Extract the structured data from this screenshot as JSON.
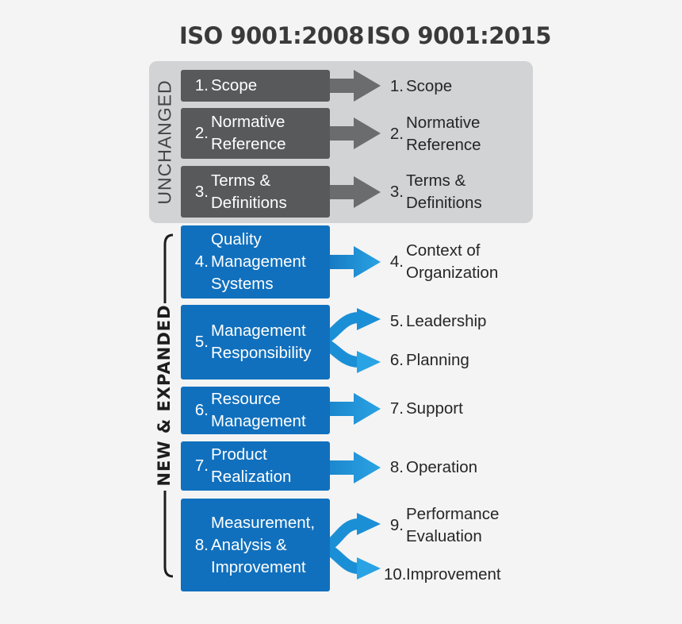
{
  "headers": {
    "old": "ISO 9001:2008",
    "new": "ISO 9001:2015"
  },
  "groups": {
    "unchanged": "UNCHANGED",
    "new_expanded": "NEW & EXPANDED"
  },
  "old_clauses": [
    {
      "num": "1.",
      "label": "Scope"
    },
    {
      "num": "2.",
      "label": "Normative\nReference"
    },
    {
      "num": "3.",
      "label": "Terms &\nDefinitions"
    },
    {
      "num": "4.",
      "label": "Quality\nManagement\nSystems"
    },
    {
      "num": "5.",
      "label": "Management\nResponsibility"
    },
    {
      "num": "6.",
      "label": "Resource\nManagement"
    },
    {
      "num": "7.",
      "label": "Product\nRealization"
    },
    {
      "num": "8.",
      "label": "Measurement,\nAnalysis &\nImprovement"
    }
  ],
  "new_clauses": [
    {
      "num": "1.",
      "label": "Scope"
    },
    {
      "num": "2.",
      "label": "Normative\nReference"
    },
    {
      "num": "3.",
      "label": "Terms &\nDefinitions"
    },
    {
      "num": "4.",
      "label": "Context of\nOrganization"
    },
    {
      "num": "5.",
      "label": "Leadership"
    },
    {
      "num": "6.",
      "label": "Planning"
    },
    {
      "num": "7.",
      "label": "Support"
    },
    {
      "num": "8.",
      "label": "Operation"
    },
    {
      "num": "9.",
      "label": "Performance\nEvaluation"
    },
    {
      "num": "10.",
      "label": "Improvement"
    }
  ],
  "colors": {
    "unchanged_panel": "#d2d3d4",
    "old_box_unchanged": "#58595b",
    "old_box_new": "#1170bd",
    "arrow_gray": "#6b6c6e",
    "arrow_blue": "#1b8fd6"
  }
}
